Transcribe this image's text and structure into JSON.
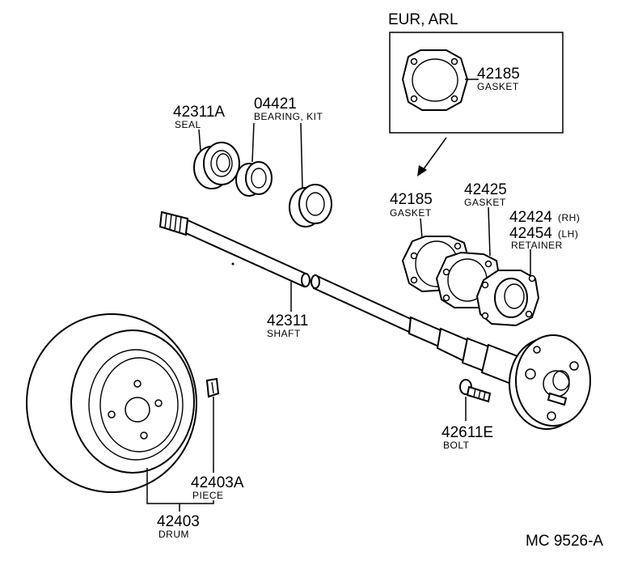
{
  "region_label": "EUR, ARL",
  "parts": {
    "gasket_box": {
      "number": "42185",
      "name": "GASKET"
    },
    "seal": {
      "number": "42311A",
      "name": "SEAL"
    },
    "bearing": {
      "number": "04421",
      "name": "BEARING, KIT"
    },
    "gasket_left": {
      "number": "42185",
      "name": "GASKET"
    },
    "gasket_right": {
      "number": "42425",
      "name": "GASKET"
    },
    "retainer_rh": {
      "number": "42424",
      "side": "(RH)"
    },
    "retainer_lh": {
      "number": "42454",
      "side": "(LH)"
    },
    "retainer_name": "RETAINER",
    "shaft": {
      "number": "42311",
      "name": "SHAFT"
    },
    "bolt": {
      "number": "42611E",
      "name": "BOLT"
    },
    "piece": {
      "number": "42403A",
      "name": "PIECE"
    },
    "drum": {
      "number": "42403",
      "name": "DRUM"
    }
  },
  "diagram_code": "MC 9526-A"
}
